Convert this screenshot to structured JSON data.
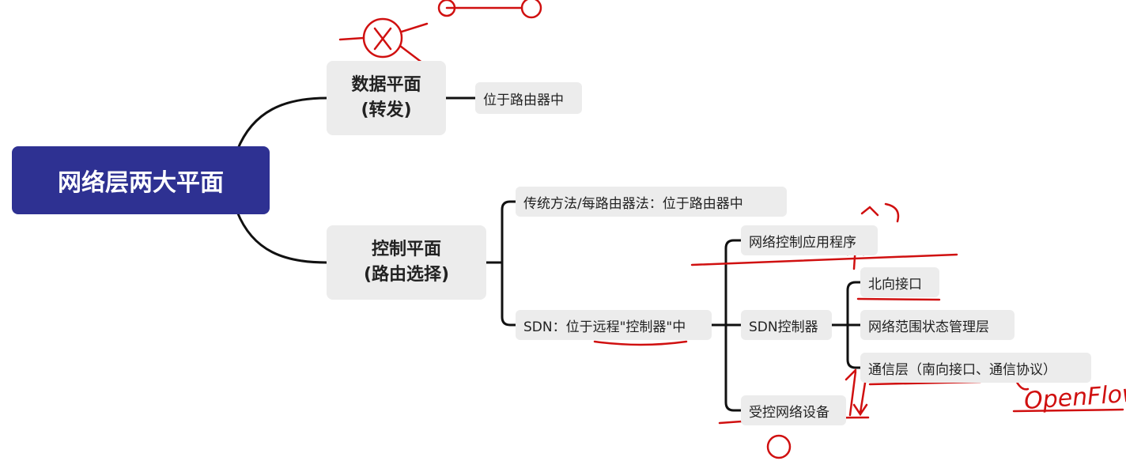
{
  "root": {
    "label": "网络层两大平面",
    "color": "#2e3192"
  },
  "data_plane": {
    "title": "数据平面",
    "subtitle": "(转发)",
    "child": "位于路由器中"
  },
  "control_plane": {
    "title": "控制平面",
    "subtitle": "(路由选择)",
    "traditional": "传统方法/每路由器法：位于路由器中",
    "sdn": "SDN：位于远程\"控制器\"中",
    "sdn_children": {
      "app": "网络控制应用程序",
      "controller": "SDN控制器",
      "device": "受控网络设备",
      "controller_children": [
        "北向接口",
        "网络范围状态管理层",
        "通信层（南向接口、通信协议）"
      ]
    }
  },
  "annotations": {
    "openflow": "OpenFlow",
    "color": "#d01010"
  }
}
